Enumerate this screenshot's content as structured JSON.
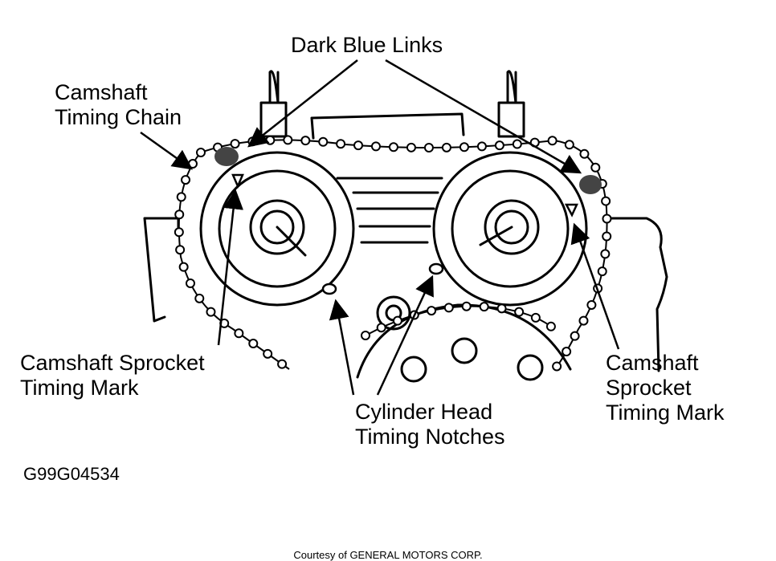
{
  "labels": {
    "dark_blue_links": "Dark Blue Links",
    "timing_chain": [
      "Camshaft",
      "Timing Chain"
    ],
    "sprocket_mark_left": [
      "Camshaft Sprocket",
      "Timing Mark"
    ],
    "head_notches": [
      "Cylinder Head",
      "Timing Notches"
    ],
    "sprocket_mark_right": [
      "Camshaft",
      "Sprocket",
      "Timing Mark"
    ]
  },
  "figure_id": "G99G04534",
  "credit": "Courtesy of GENERAL MOTORS CORP."
}
